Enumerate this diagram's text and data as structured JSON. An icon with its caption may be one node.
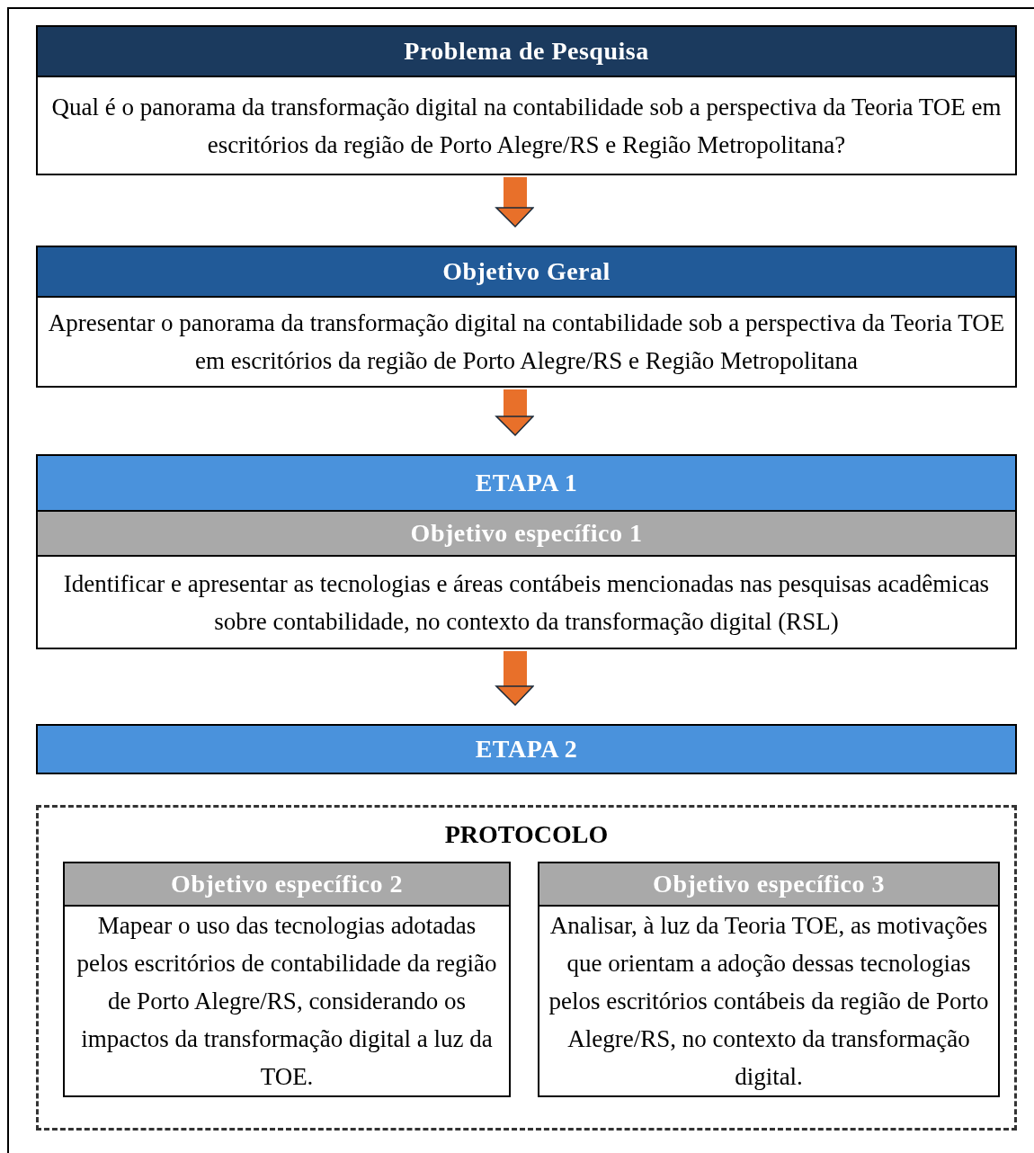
{
  "diagram": {
    "nodes": [
      {
        "text": [
          "Problema de Pesquisa",
          "Qual é o panorama da transformação digital na contabilidade sob a perspectiva da Teoria TOE em escritórios da região de Porto Alegre/RS e Região Metropolitana?"
        ]
      },
      {
        "text": [
          "Objetivo Geral",
          "Apresentar o panorama da transformação digital na contabilidade sob a perspectiva da Teoria TOE em escritórios da região de Porto Alegre/RS e Região Metropolitana"
        ]
      },
      {
        "text": [
          "ETAPA 1",
          "Objetivo específico 1",
          "Identificar e apresentar as tecnologias e áreas contábeis mencionadas nas pesquisas acadêmicas sobre contabilidade, no contexto da transformação digital (RSL)"
        ]
      },
      {
        "text": [
          "ETAPA 2"
        ]
      },
      {
        "text": [
          "PROTOCOLO"
        ]
      },
      {
        "text": [
          "Objetivo específico 2",
          "Mapear o uso das tecnologias adotadas pelos escritórios de contabilidade da região de Porto Alegre/RS, considerando os impactos da transformação digital a luz da TOE."
        ],
        "in": 4
      },
      {
        "text": [
          "Objetivo específico 3",
          "Analisar, à luz da Teoria TOE, as motivações que orientam a adoção dessas tecnologias pelos escritórios contábeis da região de Porto Alegre/RS, no contexto da transformação digital."
        ],
        "in": 4
      }
    ],
    "edges": [
      {
        "from": 0,
        "to": 1,
        "arrow": "to"
      },
      {
        "from": 1,
        "to": 2,
        "arrow": "to"
      },
      {
        "from": 2,
        "to": 3,
        "arrow": "to"
      }
    ]
  }
}
